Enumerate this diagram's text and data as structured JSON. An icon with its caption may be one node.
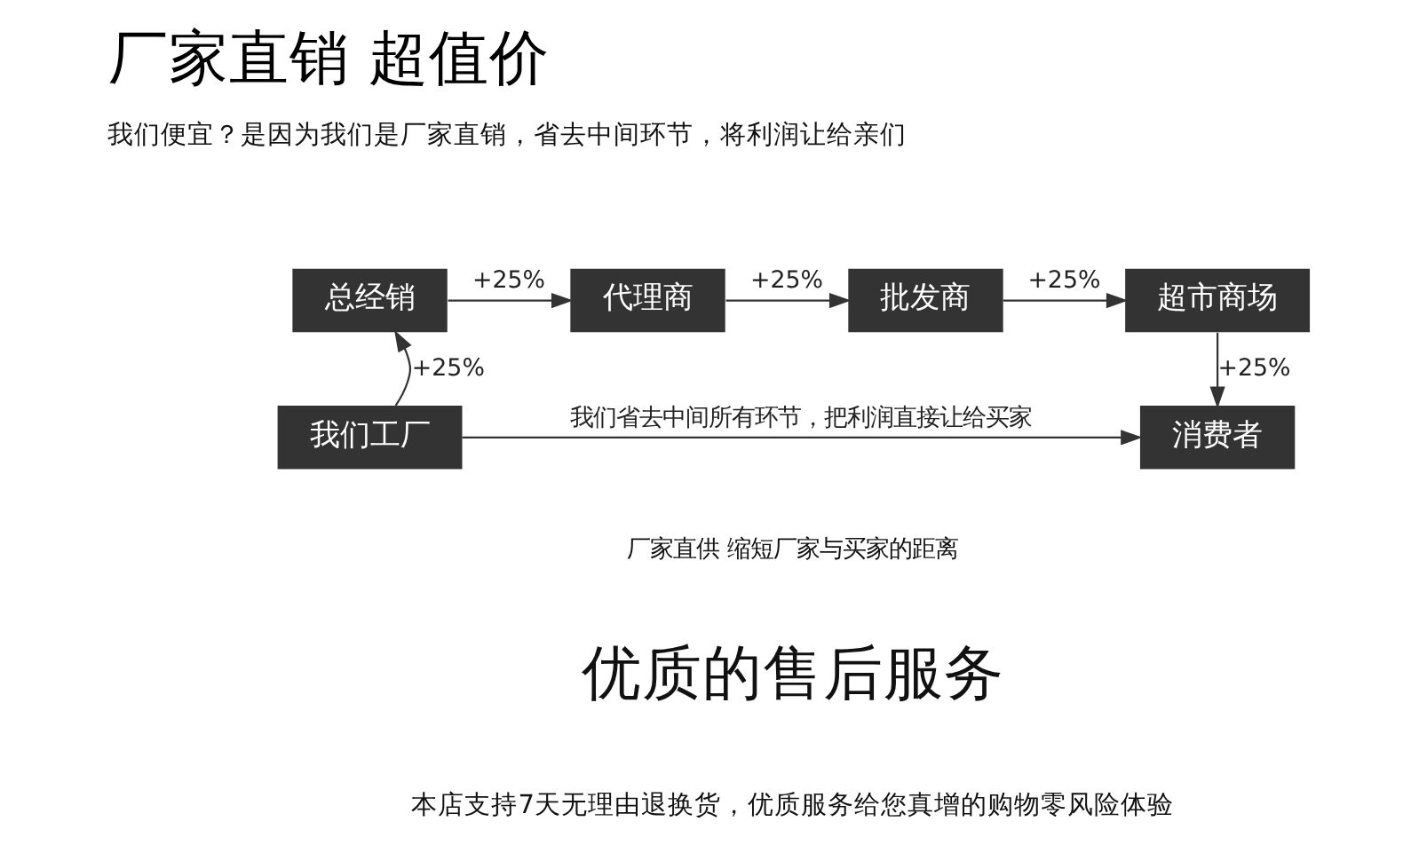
{
  "diagram": {
    "title": "厂家直销 超值价",
    "nodes": [
      {
        "text": [
          "总经销"
        ]
      },
      {
        "text": [
          "代理商"
        ]
      },
      {
        "text": [
          "批发商"
        ]
      },
      {
        "text": [
          "超市商场"
        ]
      },
      {
        "text": [
          "我们工厂"
        ]
      },
      {
        "text": [
          "消费者"
        ]
      }
    ],
    "edges": [
      {
        "from": 0,
        "to": 1,
        "arrow": "to",
        "label": "+25%"
      },
      {
        "from": 1,
        "to": 2,
        "arrow": "to",
        "label": "+25%"
      },
      {
        "from": 2,
        "to": 3,
        "arrow": "to",
        "label": "+25%"
      },
      {
        "from": 4,
        "to": 0,
        "arrow": "to",
        "label": "+25%"
      },
      {
        "from": 3,
        "to": 5,
        "arrow": "to",
        "label": "+25%"
      },
      {
        "from": 4,
        "to": 5,
        "arrow": "to",
        "label": "我们省去中间所有环节，把利润直接让给买家"
      }
    ],
    "labels": [
      "我们便宜？是因为我们是厂家直销，省去中间环节，将利润让给亲们",
      "厂家直供 缩短厂家与买家的距离",
      "优质的售后服务",
      "本店支持7天无理由退换货，优质服务给您真增的购物零风险体验"
    ]
  }
}
